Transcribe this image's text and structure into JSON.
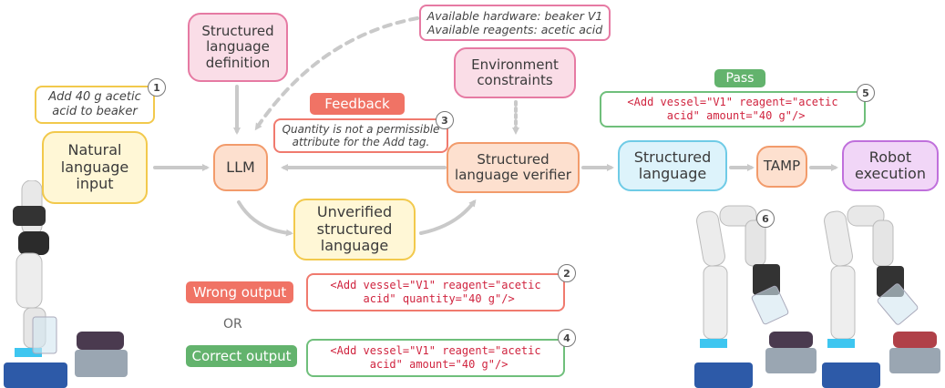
{
  "nodes": {
    "natural_input": "Natural language input",
    "llm": "LLM",
    "sl_definition": "Structured language definition",
    "unverified": "Unverified structured language",
    "env_constraints": "Environment constraints",
    "verifier": "Structured language verifier",
    "structured_language": "Structured language",
    "tamp": "TAMP",
    "robot_execution": "Robot execution"
  },
  "notes": {
    "instruction": "Add 40 g acetic acid to beaker",
    "hardware": "Available hardware: beaker V1\nAvailable reagents: acetic acid",
    "feedback_msg": "Quantity is not a permissible attribute for the Add tag."
  },
  "tags": {
    "feedback": "Feedback",
    "pass": "Pass",
    "wrong": "Wrong output",
    "correct": "Correct output",
    "or": "OR"
  },
  "code": {
    "pass_code": "<Add vessel=\"V1\" reagent=\"acetic\n acid\" amount=\"40 g\"/>",
    "wrong_code": "<Add vessel=\"V1\" reagent=\"acetic\n acid\" quantity=\"40 g\"/>",
    "correct_code": "<Add vessel=\"V1\" reagent=\"acetic\n acid\" amount=\"40 g\"/>"
  },
  "badges": [
    "1",
    "2",
    "3",
    "4",
    "5",
    "6"
  ],
  "colors": {
    "natural": "#f2c94c",
    "definition": "#e67aa3",
    "llm": "#f29b6b",
    "structured": "#6fcbe6",
    "robot": "#c070dc",
    "red_tag": "#f07365",
    "green_tag": "#63b36d",
    "code_text": "#d0243f"
  }
}
